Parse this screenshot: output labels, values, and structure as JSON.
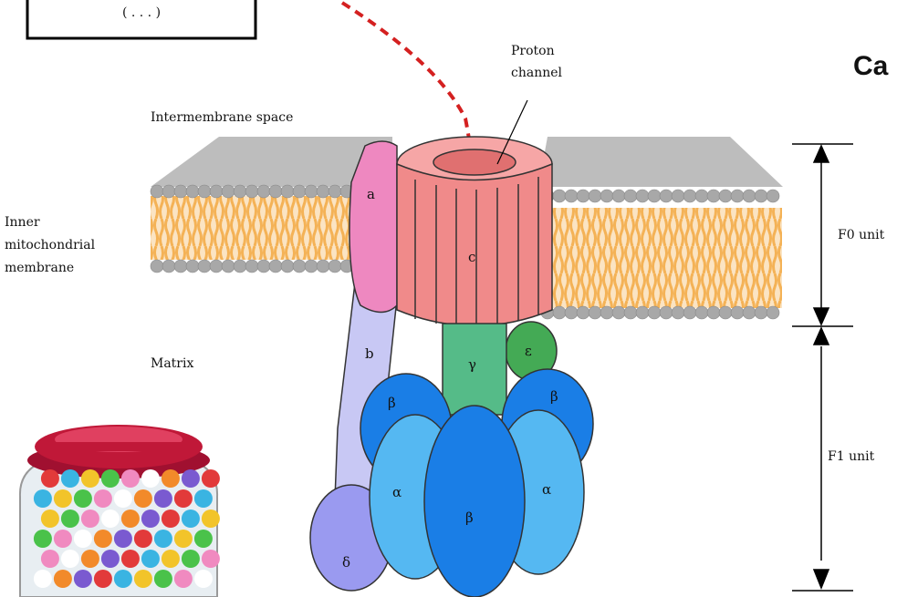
{
  "labels": {
    "proton_line1": "Proton",
    "proton_line2": "channel",
    "intermembrane": "Intermembrane space",
    "inner1": "Inner",
    "inner2": "mitochondrial",
    "inner3": "membrane",
    "matrix": "Matrix",
    "f0": "F0 unit",
    "f1": "F1 unit",
    "partial_heading": "Ca",
    "box_text": "( . . . )"
  },
  "subunits": {
    "a": "a",
    "b": "b",
    "c": "c",
    "gamma": "γ",
    "epsilon": "ε",
    "beta": "β",
    "alpha": "α",
    "delta": "δ"
  },
  "colors": {
    "head_gray": "#a8a8a8",
    "tail_orange": "#f2a43a",
    "c_ring": "#f08a8a",
    "a_subunit": "#ee88c0",
    "b_subunit": "#c8c8f4",
    "gamma": "#55bb88",
    "epsilon": "#44aa55",
    "beta_dark": "#1a7ee6",
    "alpha_light": "#55b8f2",
    "delta": "#9a9af0",
    "arrow_red": "#d42020",
    "jar_lid": "#c01838"
  }
}
